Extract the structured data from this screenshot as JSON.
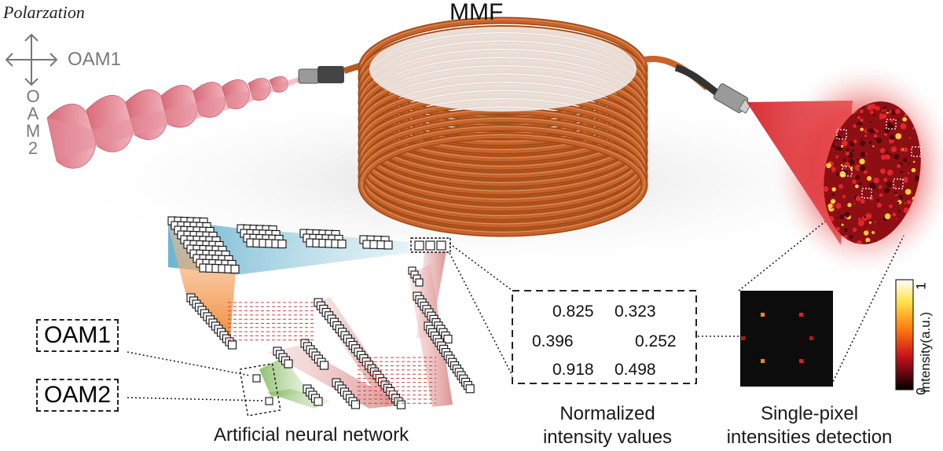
{
  "labels": {
    "polarization": "Polarzation",
    "oam1_side": "OAM1",
    "oam2_side": "OAM2",
    "mmf": "MMF",
    "oam1_box": "OAM1",
    "oam2_box": "OAM2",
    "ann_caption": "Artificial neural network",
    "normalized_caption": "Normalized intensity values",
    "single_pixel_caption": "Single-pixel intensities detection",
    "colorbar_label": "Intensity(a.u.)",
    "colorbar_min": "0",
    "colorbar_max": "1"
  },
  "intensity_values": [
    "0.825",
    "0.323",
    "0.396",
    "0.252",
    "0.918",
    "0.498"
  ],
  "detector_pixels": [
    0.7,
    0.5,
    0.45,
    0.4,
    0.75,
    0.5
  ],
  "colors": {
    "fiber": "#c8632a",
    "beam": "#e07080",
    "speckle": "#b0161c",
    "nn_blue": "#6ab4d0",
    "nn_orange": "#f08a30",
    "nn_pink": "#e3a0a0",
    "nn_green": "#9bc57a",
    "dash_red": "#c84040"
  },
  "icons": [
    "cross-arrows-icon",
    "fiber-coil-icon",
    "connector-icon",
    "speckle-disk-icon",
    "neural-network-icon",
    "detector-image-icon",
    "colorbar-icon"
  ]
}
